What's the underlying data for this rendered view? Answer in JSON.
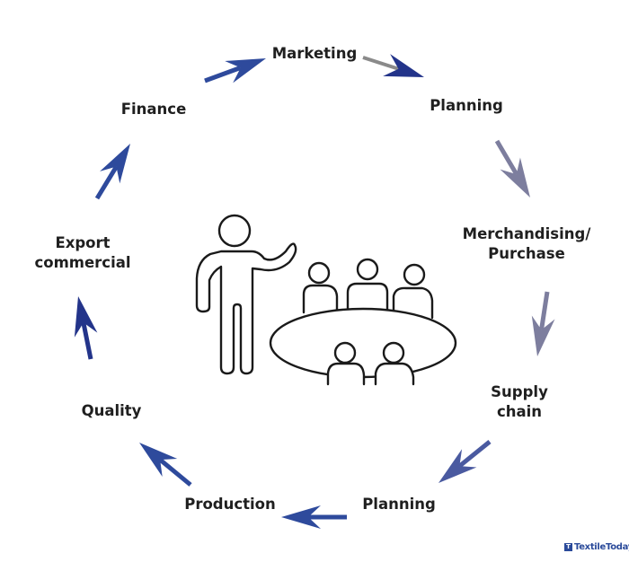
{
  "steps": [
    {
      "label": "Marketing"
    },
    {
      "label": "Planning"
    },
    {
      "label": "Merchandising/",
      "label2": "Purchase"
    },
    {
      "label": "Supply",
      "label2": "chain"
    },
    {
      "label": "Planning"
    },
    {
      "label": "Production"
    },
    {
      "label": "Quality"
    },
    {
      "label": "Export",
      "label2": "commercial"
    },
    {
      "label": "Finance"
    }
  ],
  "colors": {
    "arrow_blue": "#2e4a9c",
    "arrow_dark_blue": "#23348a",
    "arrow_gray_purple": "#7d7e9e",
    "arrow_mid": "#4a5aa0",
    "connector_gray": "#8a8a8a",
    "text": "#1f1f1f",
    "brand": "#2a4a9a"
  },
  "logo": {
    "text": "TextileToday",
    "icon": "textile-today-logo-icon"
  },
  "illustration": {
    "icon": "presenter-meeting-table-icon"
  }
}
